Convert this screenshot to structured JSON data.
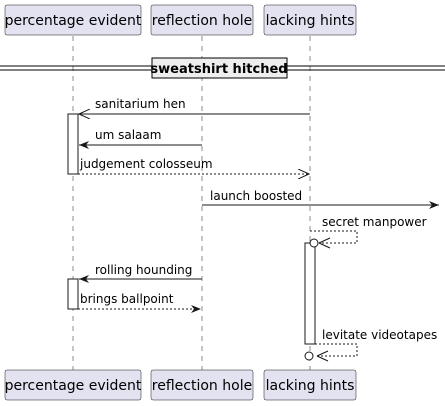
{
  "participants": [
    {
      "id": "pe",
      "label": "percentage evident"
    },
    {
      "id": "rh",
      "label": "reflection hole"
    },
    {
      "id": "lh",
      "label": "lacking hints"
    }
  ],
  "divider": {
    "label": "sweatshirt hitched"
  },
  "messages": [
    {
      "label": "sanitarium hen",
      "from": "lh",
      "to": "pe",
      "style": "solid",
      "head": "open"
    },
    {
      "label": "um salaam",
      "from": "rh",
      "to": "pe",
      "style": "solid",
      "head": "filled"
    },
    {
      "label": "judgement colosseum",
      "from": "pe",
      "to": "lh",
      "style": "dashed",
      "head": "open"
    },
    {
      "label": "launch boosted",
      "from": "rh",
      "to": "right-edge",
      "style": "solid",
      "head": "filled"
    },
    {
      "label": "secret manpower",
      "from": "lh",
      "to": "lh",
      "style": "dashed",
      "head": "circle"
    },
    {
      "label": "rolling hounding",
      "from": "rh",
      "to": "pe",
      "style": "solid",
      "head": "filled"
    },
    {
      "label": "brings ballpoint",
      "from": "pe",
      "to": "rh",
      "style": "dashed",
      "head": "filled"
    },
    {
      "label": "levitate videotapes",
      "from": "lh",
      "to": "lh",
      "style": "dashed",
      "head": "circle"
    }
  ],
  "colors": {
    "participant_fill": "#e2e2f0",
    "line": "#181818",
    "divider_fill": "#eeeeee"
  }
}
